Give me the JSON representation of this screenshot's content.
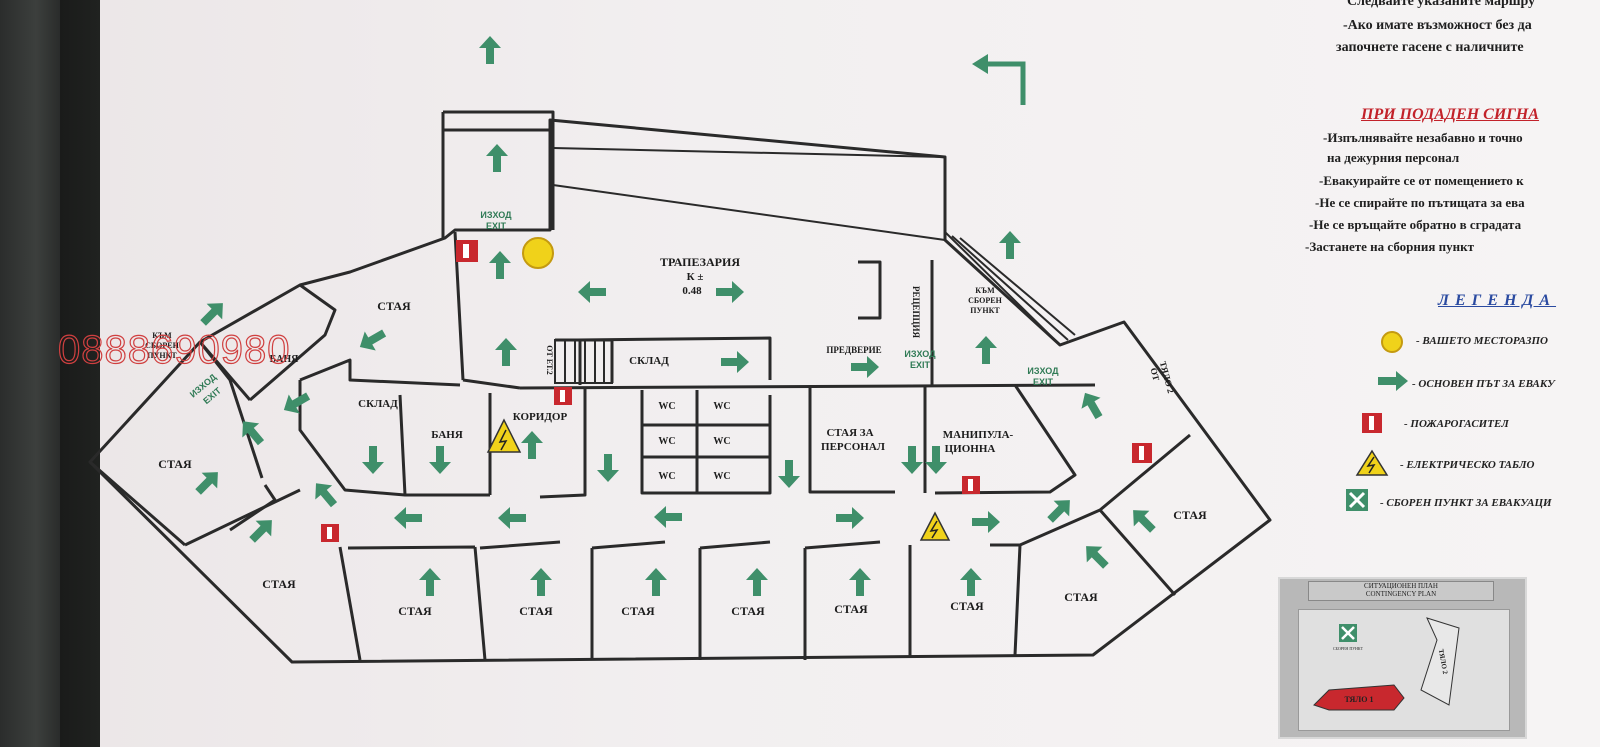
{
  "header_notice": {
    "line1": "Следвайте указаните маршру",
    "line2": "-Ако имате възможност без да",
    "line3": "започнете гасене с наличните"
  },
  "signal_section": {
    "title": "ПРИ ПОДАДЕН СИГНА",
    "items": [
      "-Изпълнявайте незабавно и точно",
      "на дежурния персонал",
      "-Евакуирайте се от помещението к",
      "-Не се спирайте по пътищата за ева",
      "-Не се връщайте обратно в сградата",
      "-Застанете на сборния пункт"
    ]
  },
  "legend": {
    "title": "ЛЕГЕНДА",
    "items": [
      {
        "icon": "you-are-here-icon",
        "color": "#f0d21a",
        "label": "- ВАШЕТО МЕСТОРАЗПО"
      },
      {
        "icon": "evacuation-route-arrow-icon",
        "color": "#3f8f6a",
        "label": "- ОСНОВЕН ПЪТ ЗА ЕВАКУ"
      },
      {
        "icon": "fire-extinguisher-icon",
        "color": "#c8282e",
        "label": "- ПОЖАРОГАСИТЕЛ"
      },
      {
        "icon": "electrical-panel-icon",
        "color": "#f0d21a",
        "label": "- ЕЛЕКТРИЧЕСКО ТАБЛО"
      },
      {
        "icon": "assembly-point-icon",
        "color": "#3f8f6a",
        "label": "- СБОРЕН ПУНКТ ЗА ЕВАКУАЦИ"
      }
    ]
  },
  "watermark": "0888690980",
  "plan": {
    "dining": [
      "ТРАПЕЗАРИЯ",
      "К ±",
      "0.48"
    ],
    "reception": "РЕЦЕПЦИЯ",
    "vestibule": "ПРЕДВЕРИЕ",
    "storage": "СКЛАД",
    "corridor": "КОРИДОР",
    "floor_label": "ОТ ЕТ.2",
    "bath": "БАНЯ",
    "room": "СТАЯ",
    "wc": "WC",
    "staff_room": [
      "СТАЯ ЗА",
      "ПЕРСОНАЛ"
    ],
    "treatment_room": [
      "МАНИПУЛА-",
      "ЦИОННА"
    ],
    "assembly_point": [
      "КЪМ",
      "СБОРЕН",
      "ПУНКТ"
    ],
    "exit_bg": "ИЗХОД",
    "exit_en": "EXIT",
    "from_body2": [
      "ОТ",
      "ТЯЛО 2"
    ]
  },
  "inset": {
    "title_bg": "СИТУАЦИОНЕН ПЛАН",
    "title_en": "CONTINGENCY PLAN",
    "body1": "ТЯЛО 1",
    "body2": "ТЯЛО 2",
    "assembly": "СБОРЕН ПУНКТ"
  }
}
